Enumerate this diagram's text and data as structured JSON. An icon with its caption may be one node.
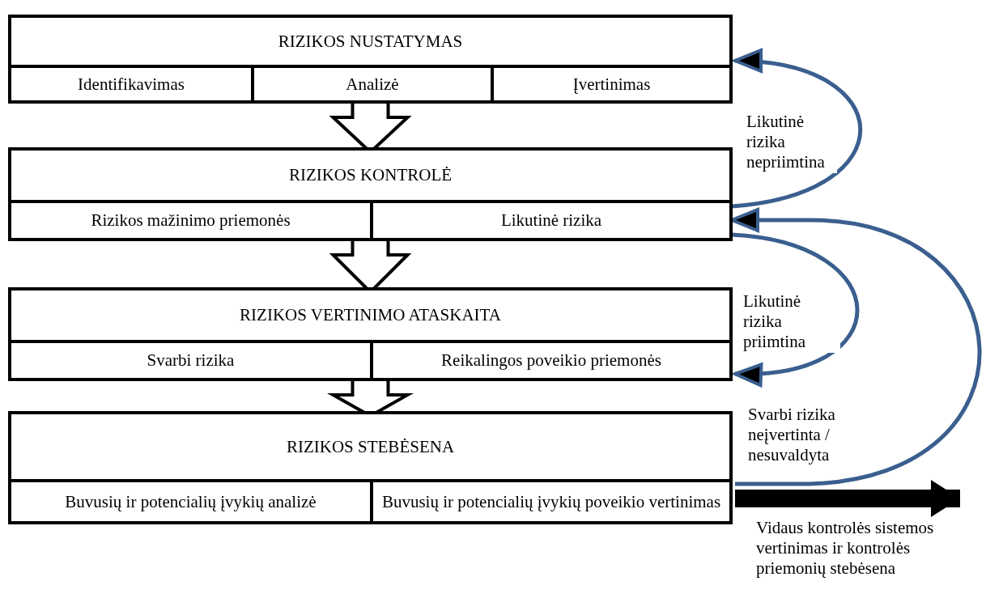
{
  "diagram": {
    "nodes": [
      {
        "text": [
          "RIZIKOS NUSTATYMAS"
        ]
      },
      {
        "text": [
          "Identifikavimas"
        ],
        "in": 0
      },
      {
        "text": [
          "Analizė"
        ],
        "in": 0
      },
      {
        "text": [
          "Įvertinimas"
        ],
        "in": 0
      },
      {
        "text": [
          "RIZIKOS KONTROLĖ"
        ]
      },
      {
        "text": [
          "Rizikos mažinimo priemonės"
        ],
        "in": 4
      },
      {
        "text": [
          "Likutinė rizika"
        ],
        "in": 4
      },
      {
        "text": [
          "RIZIKOS VERTINIMO ATASKAITA"
        ]
      },
      {
        "text": [
          "Svarbi rizika"
        ],
        "in": 7
      },
      {
        "text": [
          "Reikalingos poveikio priemonės"
        ],
        "in": 7
      },
      {
        "text": [
          "RIZIKOS STEBĖSENA"
        ]
      },
      {
        "text": [
          "Buvusių ir potencialių įvykių analizė"
        ],
        "in": 10
      },
      {
        "text": [
          "Buvusių ir potencialių įvykių poveikio vertinimas"
        ],
        "in": 10
      }
    ],
    "edges": [
      {
        "from": 0,
        "to": 4,
        "arrow": "to"
      },
      {
        "from": 4,
        "to": 7,
        "arrow": "to"
      },
      {
        "from": 7,
        "to": 10,
        "arrow": "to"
      },
      {
        "from": 6,
        "to": 0,
        "arrow": "to",
        "label": "Likutinė rizika nepriimtina",
        "color": "#3a5f8f"
      },
      {
        "from": 6,
        "to": 7,
        "arrow": "to",
        "label": "Likutinė rizika priimtina",
        "color": "#3a5f8f"
      },
      {
        "from": 10,
        "to": 6,
        "arrow": "to",
        "label": "Svarbi rizika neįvertinta / nesuvaldyta",
        "color": "#3a5f8f"
      },
      {
        "from": 10,
        "to": null,
        "arrow": "to",
        "label": "Vidaus kontrolės sistemos vertinimas ir kontrolės priemonių stebėsena",
        "style": "thick",
        "color": "#000000"
      }
    ]
  }
}
